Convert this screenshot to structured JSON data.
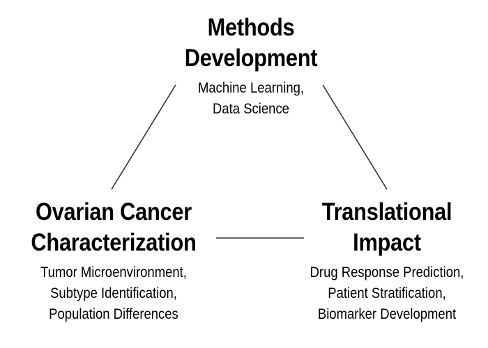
{
  "nodes": {
    "top": {
      "title": [
        "Methods",
        "Development"
      ],
      "subtitle": [
        "Machine Learning,",
        "Data Science"
      ]
    },
    "left": {
      "title": [
        "Ovarian Cancer",
        "Characterization"
      ],
      "subtitle": [
        "Tumor Microenvironment,",
        "Subtype Identification,",
        "Population Differences"
      ]
    },
    "right": {
      "title": [
        "Translational",
        "Impact"
      ],
      "subtitle": [
        "Drug Response Prediction,",
        "Patient Stratification,",
        "Biomarker Development"
      ]
    }
  },
  "colors": {
    "text": "#000000",
    "connector": "#333333",
    "background": "#ffffff"
  }
}
